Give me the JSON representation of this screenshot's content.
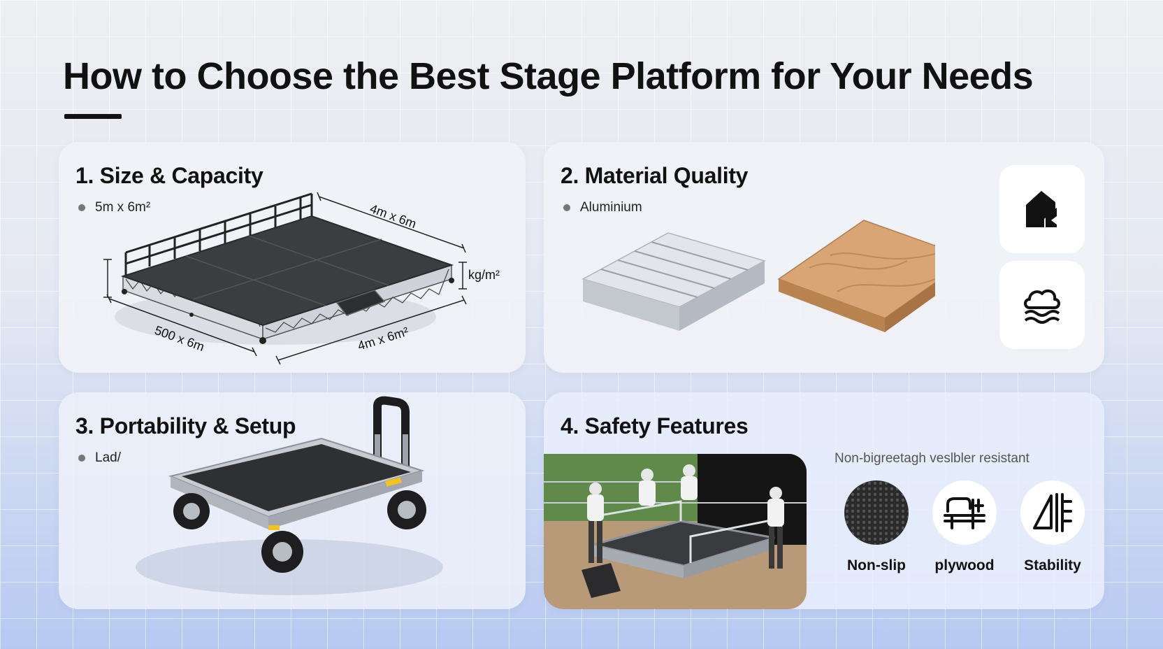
{
  "page": {
    "title": "How to Choose the Best Stage Platform for Your Needs"
  },
  "cards": {
    "size": {
      "title": "1. Size & Capacity",
      "bullet": "5m x 6m²",
      "dims": {
        "top": "4m x 6m",
        "left": "500 x 6m",
        "bottom": "4m x 6m²",
        "right": "kg/m²"
      }
    },
    "material": {
      "title": "2. Material Quality",
      "bullet": "Aluminium",
      "icons": [
        "house-icon",
        "weather-cloud-icon"
      ]
    },
    "portability": {
      "title": "3. Portability & Setup",
      "bullet": "Lad/"
    },
    "safety": {
      "title": "4. Safety Features",
      "note": "Non-bigreetagh  veslbler resistant",
      "features": [
        {
          "label": "Non-slip",
          "icon": "non-slip-texture-icon"
        },
        {
          "label": "plywood",
          "icon": "railing-icon"
        },
        {
          "label": "Stability",
          "icon": "stability-icon"
        }
      ]
    }
  },
  "colors": {
    "accent_dark": "#111111",
    "card_bg": "#f0f2f7",
    "gradient_bottom": "#b7c9f2",
    "wood": "#d6a577",
    "aluminium": "#d5d8de"
  }
}
